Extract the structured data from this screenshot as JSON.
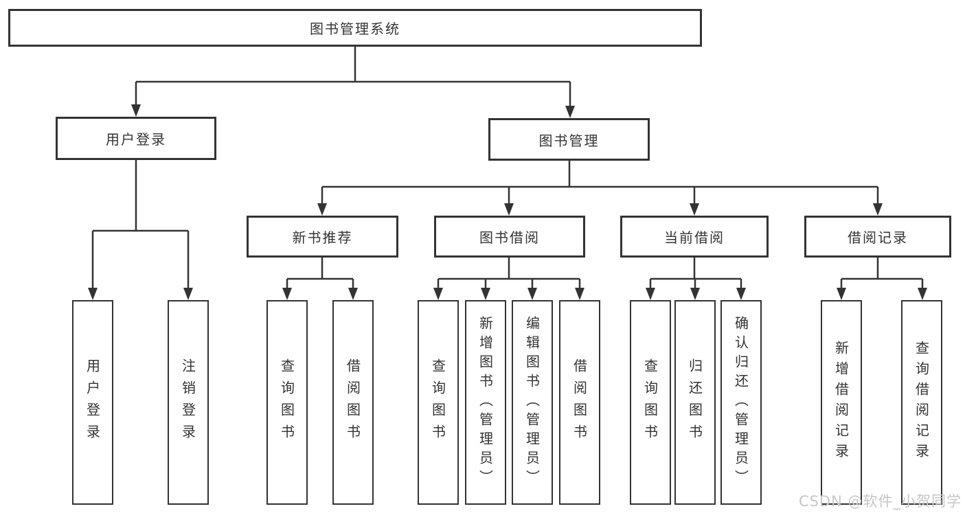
{
  "tree": {
    "root": {
      "label": "图书管理系统",
      "children": [
        {
          "label": "用户登录",
          "children": [
            {
              "label": "用户登录"
            },
            {
              "label": "注销登录"
            }
          ]
        },
        {
          "label": "图书管理",
          "children": [
            {
              "label": "新书推荐",
              "children": [
                {
                  "label": "查询图书"
                },
                {
                  "label": "借阅图书"
                }
              ]
            },
            {
              "label": "图书借阅",
              "children": [
                {
                  "label": "查询图书"
                },
                {
                  "label": "新增图书（管理员）"
                },
                {
                  "label": "编辑图书（管理员）"
                },
                {
                  "label": "借阅图书"
                }
              ]
            },
            {
              "label": "当前借阅",
              "children": [
                {
                  "label": "查询图书"
                },
                {
                  "label": "归还图书"
                },
                {
                  "label": "确认归还（管理员）"
                }
              ]
            },
            {
              "label": "借阅记录",
              "children": [
                {
                  "label": "新增借阅记录"
                },
                {
                  "label": "查询借阅记录"
                }
              ]
            }
          ]
        }
      ]
    }
  },
  "watermark": {
    "text": "CSDN @软件_小贺同学"
  },
  "colors": {
    "line": "#333333",
    "text": "#333333",
    "watermark": "#c8c5c5",
    "background": "#ffffff"
  }
}
